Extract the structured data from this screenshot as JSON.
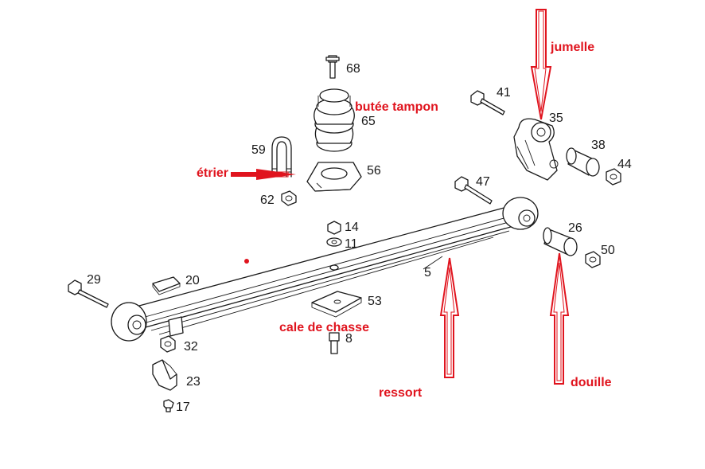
{
  "diagram": {
    "accent_color": "#e0141e",
    "part_numbers": {
      "p68": "68",
      "p65": "65",
      "p59": "59",
      "p56": "56",
      "p62": "62",
      "p41": "41",
      "p35": "35",
      "p38": "38",
      "p44": "44",
      "p47": "47",
      "p14": "14",
      "p11": "11",
      "p26": "26",
      "p50": "50",
      "p29": "29",
      "p20": "20",
      "p5": "5",
      "p53": "53",
      "p32": "32",
      "p8": "8",
      "p23": "23",
      "p17": "17"
    },
    "annotations": {
      "jumelle": "jumelle",
      "butee_tampon": "butée tampon",
      "etrier": "étrier",
      "cale_de_chasse": "cale de chasse",
      "ressort": "ressort",
      "douille": "douille"
    }
  }
}
